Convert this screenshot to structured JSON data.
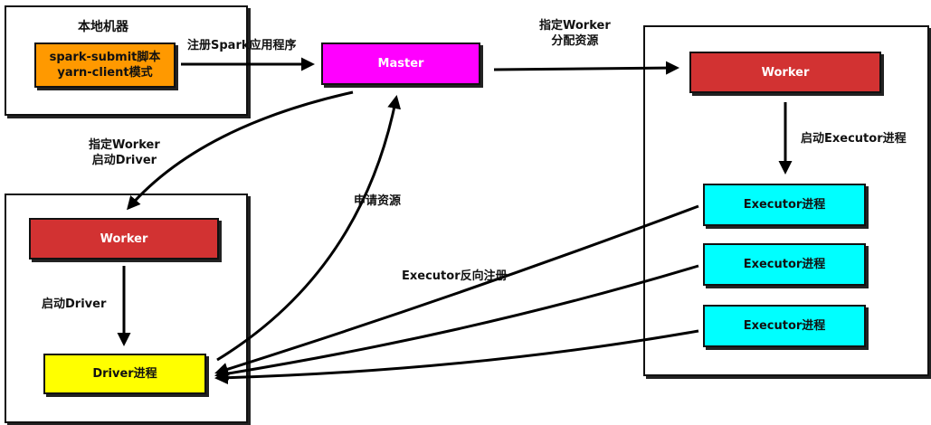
{
  "colors": {
    "client_box": "#ff9900",
    "master_box": "#ff00ff",
    "worker_box": "#d23232",
    "executor_box": "#00ffff",
    "driver_box": "#ffff00",
    "arrow": "#000000"
  },
  "local_machine": {
    "title": "本地机器",
    "submit_box": {
      "line1": "spark-submit脚本",
      "line2": "yarn-client模式"
    }
  },
  "master": {
    "label": "Master"
  },
  "driver_node": {
    "worker_label": "Worker",
    "driver_label": "Driver进程"
  },
  "worker_node": {
    "worker_label": "Worker",
    "executors": [
      "Executor进程",
      "Executor进程",
      "Executor进程"
    ]
  },
  "edge_labels": {
    "register_app": "注册Spark应用程序",
    "assign_worker_line1": "指定Worker",
    "assign_worker_line2": "分配资源",
    "assign_driver_line1": "指定Worker",
    "assign_driver_line2": "启动Driver",
    "request_resources": "申请资源",
    "start_executor": "启动Executor进程",
    "start_driver": "启动Driver",
    "executor_register": "Executor反向注册"
  }
}
